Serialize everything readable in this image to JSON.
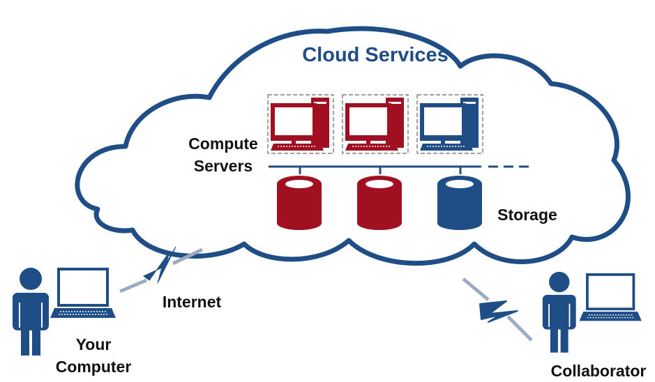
{
  "title": "Cloud Services",
  "labels": {
    "compute_line1": "Compute",
    "compute_line2": "Servers",
    "storage": "Storage",
    "internet": "Internet",
    "your_computer_line1": "Your",
    "your_computer_line2": "Computer",
    "collaborator": "Collaborator"
  },
  "colors": {
    "brand_blue": "#1f4e86",
    "server_red": "#a01020",
    "link_gray": "#9aabc4",
    "text": "#111111"
  },
  "icons": {
    "server": "desktop-computer-icon",
    "storage": "database-cylinder-icon",
    "person": "person-icon",
    "laptop": "laptop-icon",
    "link": "lightning-bolt-icon"
  }
}
